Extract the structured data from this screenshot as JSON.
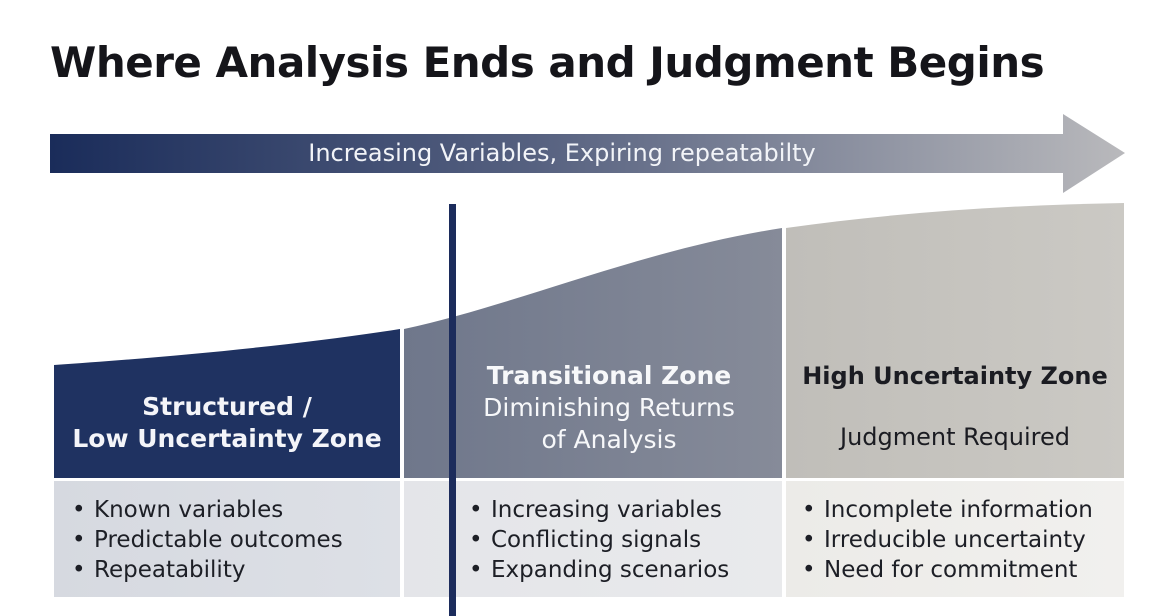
{
  "title": "Where Analysis Ends and Judgment Begins",
  "arrow": {
    "label": "Increasing Variables, Expiring repeatabilty"
  },
  "zones": [
    {
      "heading_lines": [
        "Structured /",
        "Low Uncertainty Zone"
      ],
      "subheading_lines": [],
      "bullets": [
        "Known variables",
        "Predictable outcomes",
        "Repeatability"
      ]
    },
    {
      "heading_lines": [
        "Transitional Zone"
      ],
      "subheading_lines": [
        "Diminishing Returns",
        "of Analysis"
      ],
      "bullets": [
        "Increasing variables",
        "Conflicting signals",
        "Expanding scenarios"
      ]
    },
    {
      "heading_lines": [
        "High Uncertainty Zone"
      ],
      "subheading_lines": [
        "Judgment Required"
      ],
      "bullets": [
        "Incomplete information",
        "Irreducible uncertainty",
        "Need for commitment"
      ]
    }
  ],
  "colors": {
    "navy": "#1f3261",
    "slate": "#7c8293",
    "stone": "#c3c0bb",
    "divider": "#1c2c5c"
  }
}
